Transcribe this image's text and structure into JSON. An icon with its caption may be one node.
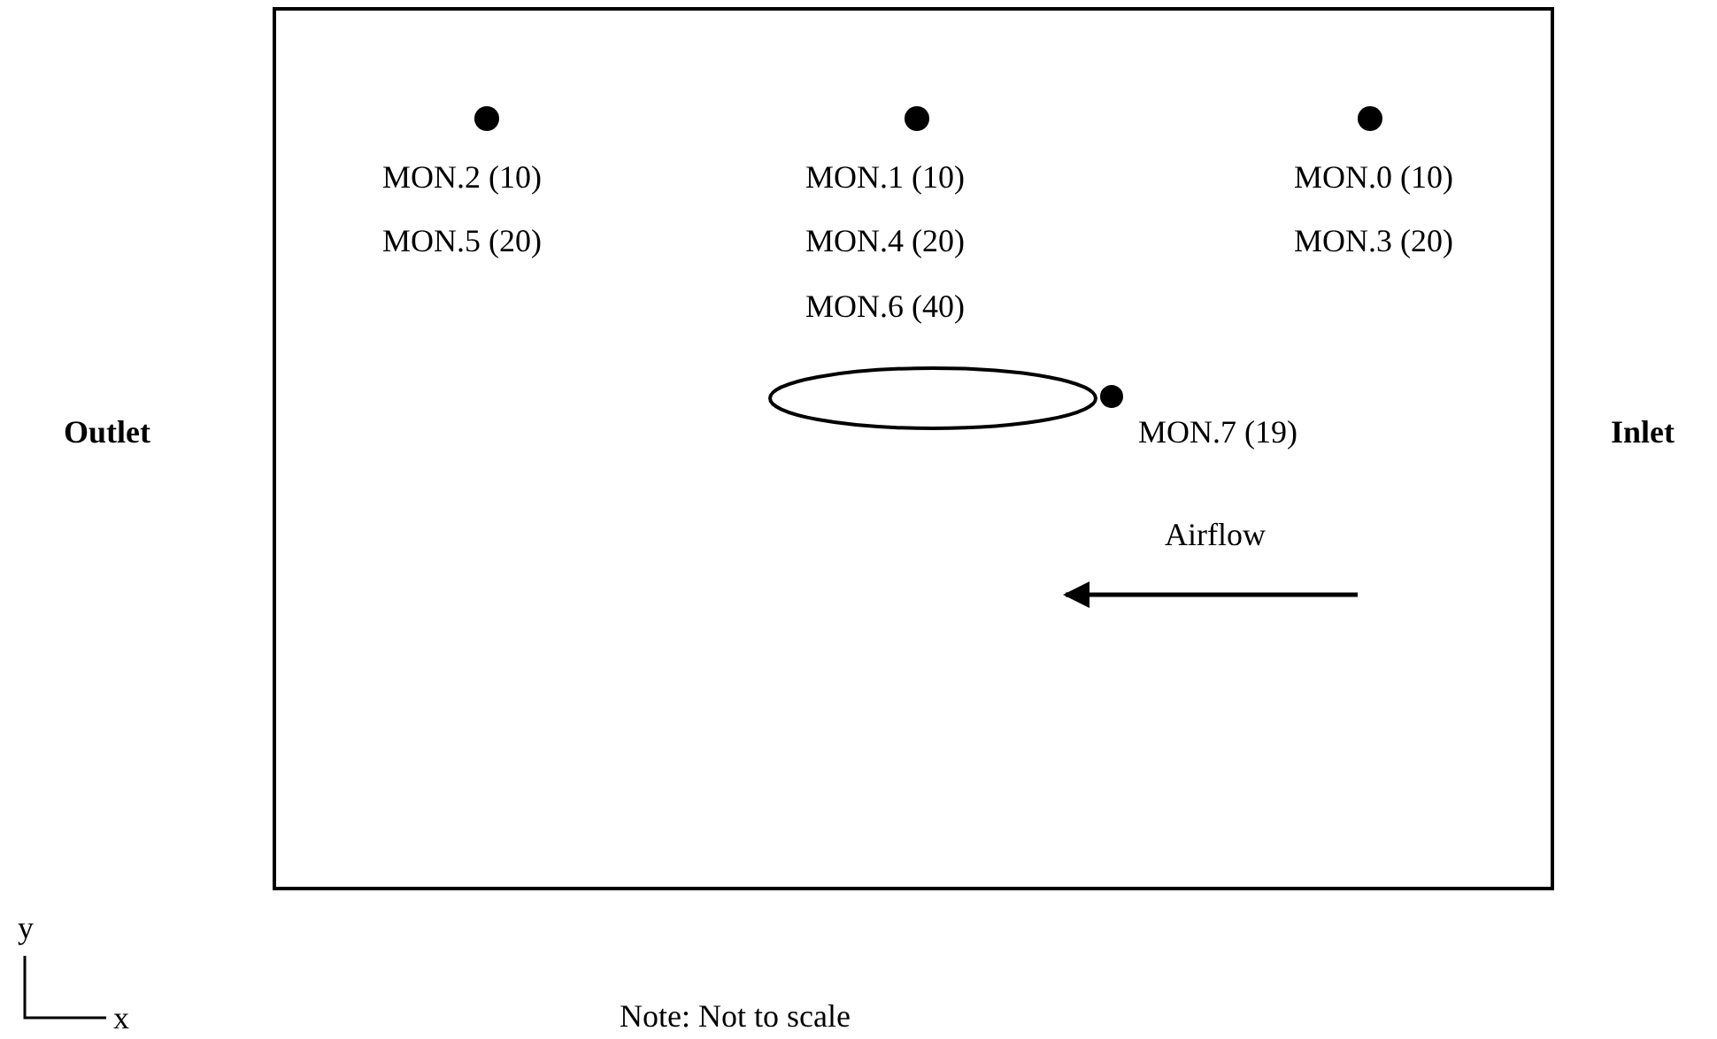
{
  "diagram": {
    "nodes": [
      {
        "text": [],
        "shape": "ellipse"
      }
    ],
    "labels": [
      "MON.2 (10)",
      "MON.1 (10)",
      "MON.0 (10)",
      "MON.5 (20)",
      "MON.4 (20)",
      "MON.3 (20)",
      "MON.6 (40)",
      "Outlet",
      "MON.7 (19)",
      "Inlet",
      "Airflow",
      "y",
      "Note: Not to scale",
      "x"
    ]
  }
}
